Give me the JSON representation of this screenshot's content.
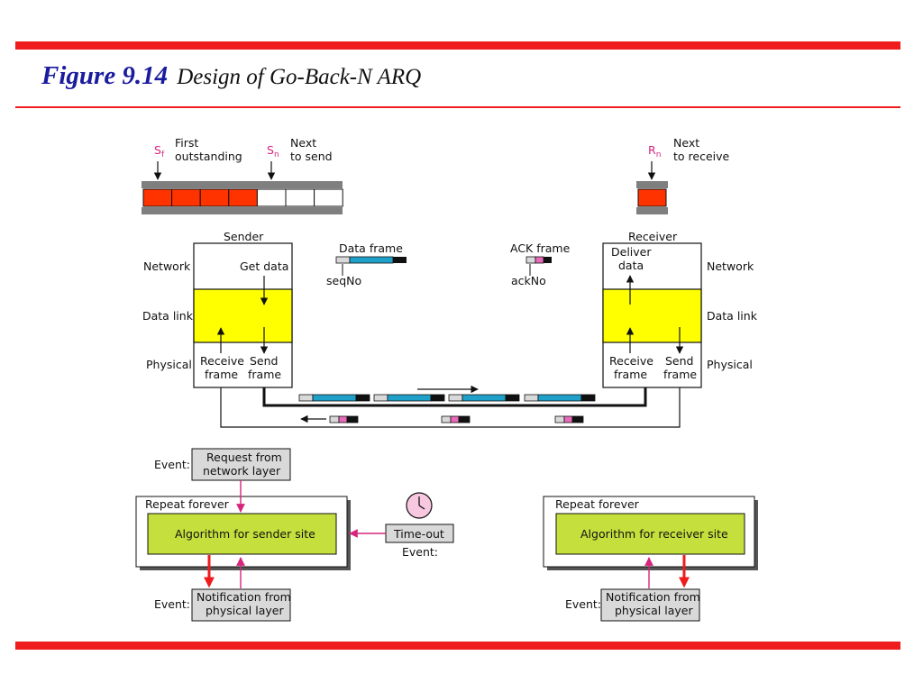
{
  "header": {
    "figure_number": "Figure 9.14",
    "caption": "Design of Go-Back-N ARQ"
  },
  "sender_window": {
    "sf_label": "S",
    "sf_sub": "f",
    "sf_desc_1": "First",
    "sf_desc_2": "outstanding",
    "sn_label": "S",
    "sn_sub": "n",
    "sn_desc_1": "Next",
    "sn_desc_2": "to send",
    "outstanding_count": 4,
    "total_slots": 7
  },
  "receiver_window": {
    "rn_label": "R",
    "rn_sub": "n",
    "rn_desc_1": "Next",
    "rn_desc_2": "to receive"
  },
  "sender": {
    "title": "Sender",
    "network": "Network",
    "data_link": "Data link",
    "physical": "Physical",
    "get_data": "Get data",
    "receive_1": "Receive",
    "receive_2": "frame",
    "send_1": "Send",
    "send_2": "frame"
  },
  "receiver": {
    "title": "Receiver",
    "network": "Network",
    "data_link": "Data link",
    "physical": "Physical",
    "deliver_1": "Deliver",
    "deliver_2": "data",
    "receive_1": "Receive",
    "receive_2": "frame",
    "send_1": "Send",
    "send_2": "frame"
  },
  "legend": {
    "data_frame": "Data frame",
    "seq_no": "seqNo",
    "ack_frame": "ACK frame",
    "ack_no": "ackNo"
  },
  "sender_algo": {
    "event_label": "Event:",
    "request_1": "Request from",
    "request_2": "network layer",
    "repeat": "Repeat forever",
    "algorithm": "Algorithm for sender site",
    "timeout": "Time-out",
    "timeout_event": "Event:",
    "notif_event": "Event:",
    "notif_1": "Notification from",
    "notif_2": "physical layer"
  },
  "receiver_algo": {
    "repeat": "Repeat forever",
    "algorithm": "Algorithm for receiver site",
    "notif_event": "Event:",
    "notif_1": "Notification from",
    "notif_2": "physical layer"
  },
  "colors": {
    "accent_red": "#ee1c1c",
    "title_blue": "#1b1b9e",
    "frame_orange": "#ff3300",
    "frame_blue": "#1ea0c8",
    "ack_pink": "#e86ab8",
    "magenta": "#d6257c",
    "yellow": "#ffff00",
    "algo_green": "#c5e03c",
    "gray_box": "#d9d9d9"
  }
}
